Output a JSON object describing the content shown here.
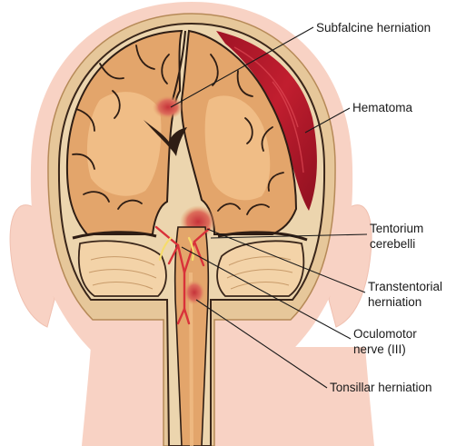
{
  "labels": {
    "subfalcine": "Subfalcine herniation",
    "hematoma": "Hematoma",
    "tentorium_line1": "Tentorium",
    "tentorium_line2": "cerebelli",
    "transtentorial_line1": "Transtentorial",
    "transtentorial_line2": "herniation",
    "oculomotor_line1": "Oculomotor",
    "oculomotor_line2": "nerve (III)",
    "tonsillar": "Tonsillar herniation"
  },
  "colors": {
    "skin": "#f8d2c4",
    "skull": "#e6c79a",
    "meninges": "#ecd5ae",
    "brain": "#e3a56b",
    "white_matter": "#f0bd86",
    "sulcus": "#2e1d14",
    "hematoma": "#b11a2b",
    "herniation": "#d4524d",
    "artery": "#d9323a",
    "nerve": "#f6dc6b",
    "cerebellum": "#f3d3a8"
  }
}
